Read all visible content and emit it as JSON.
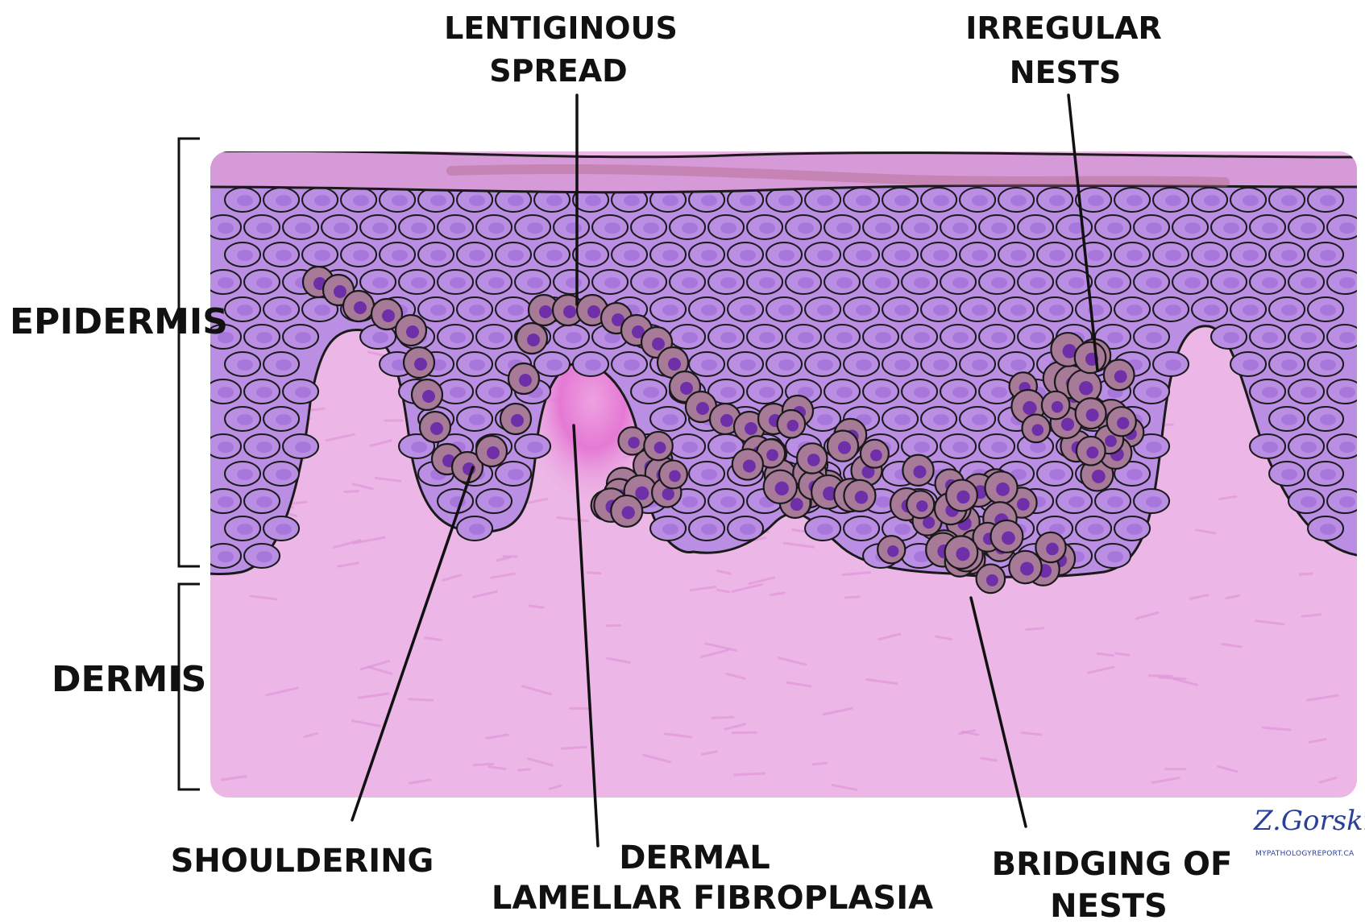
{
  "labels": {
    "epidermis": "EPIDERMIS",
    "dermis": "DERMIS",
    "lentiginous_1": "LENTIGINOUS",
    "lentiginous_2": "SPREAD",
    "irregular_1": "IRREGULAR",
    "irregular_2": "NESTS",
    "shouldering": "SHOULDERING",
    "dermal_1": "DERMAL",
    "dermal_2": "LAMELLAR FIBROPLASIA",
    "bridging_1": "BRIDGING OF",
    "bridging_2": "NESTS"
  },
  "watermark": {
    "signature": "Z.Gorski",
    "site": "MYPATHOLOGYREPORT.CA"
  },
  "colors": {
    "dermis": "#ecb6e6",
    "epidermis": "#b98ee3",
    "stratum_corneum": "#d79ad9",
    "keratinocyte_nucleus": "#a877dc",
    "melanocyte": "#a77a98",
    "melanocyte_nucleus": "#6f2fa8",
    "fibroplasia": "#e472d2",
    "outline": "#1a1a1a",
    "signature": "#2a3f9a"
  }
}
